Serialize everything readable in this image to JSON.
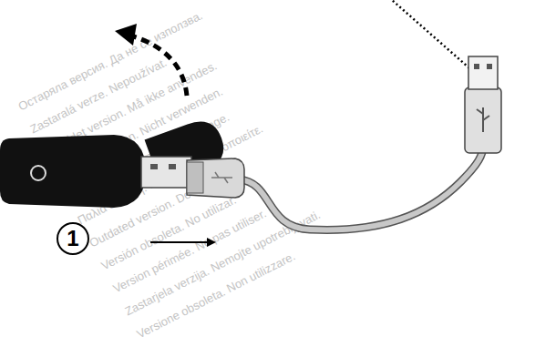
{
  "diagram": {
    "nodes": [
      {
        "text": [
          "1"
        ]
      }
    ],
    "labels": [
      "Остаряла версия. Да не се използва.",
      "Zastaralá verze. Nepoužívat.",
      "Forældet version. Må ikke anvendes.",
      "Veraltete Version. Nicht verwenden.",
      "Aegunud versioon. Ärge kasutage.",
      "Παλιά έκδοση. Μην την χρησιμοποιείτε.",
      "Outdated version. Do not use.",
      "Versión obsoleta. No utilizar.",
      "Version périmée. Ne pas utiliser.",
      "Zastarjela verzija. Nemojte upotrebljavati.",
      "Versione obsoleta. Non utilizzare."
    ]
  }
}
